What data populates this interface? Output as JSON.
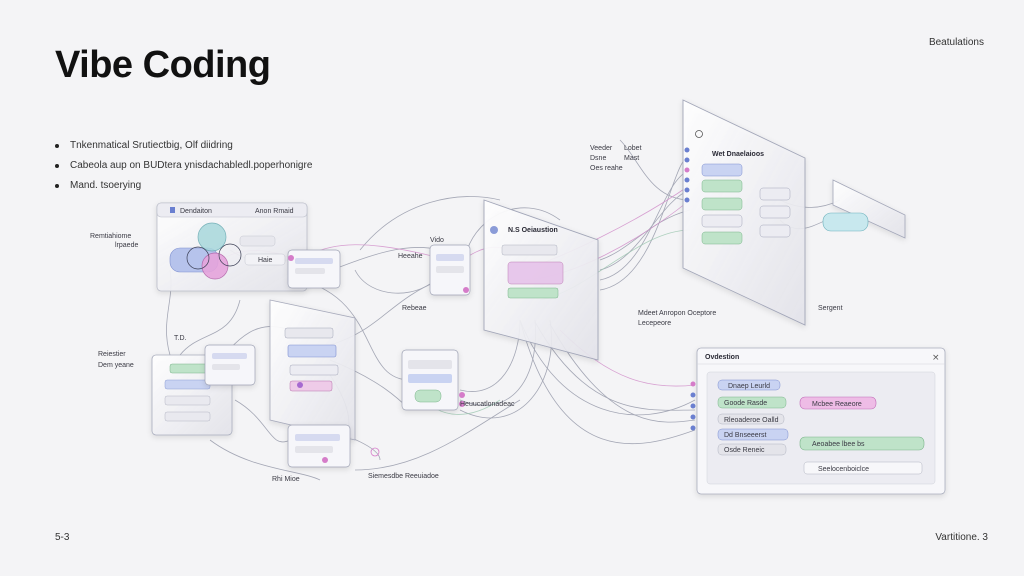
{
  "header": {
    "title": "Vibe Coding",
    "brand": "Beatulations"
  },
  "bullets": [
    "Tnkenmatical Srutiectbig, Olf diidring",
    "Cabeola aup on BUDtera ynisdachabledl.poperhonigre",
    "Mand. tsoerying"
  ],
  "footer": {
    "page": "5-3",
    "right": "Vartitione. 3"
  },
  "diagram": {
    "labels": {
      "left_top_a": "Remtiahiome",
      "left_top_b": "lrpaede",
      "left_mid_a": "Reiestier",
      "left_mid_b": "Dem yeane",
      "left_mid_c": "T.D.",
      "bottom_a": "Rhi Mioe",
      "bottom_b": "Siemesdbe Reeuiadoe",
      "center_a": "Vido",
      "center_b": "Heeahe",
      "center_c": "Rebeae",
      "center_d": "Heuucatlonadeac",
      "top_right_a": "Veeder",
      "top_right_b": "Dsne",
      "top_right_c": "Oes reahe",
      "top_right_d": "Lobet",
      "top_right_e": "Mast",
      "right_a": "Mdeet Anropon Oceptore",
      "right_b": "Lecepeore",
      "right_c": "Sergent"
    },
    "panels": {
      "lt_header": "Dendaiton",
      "lt_action": "Anon Rmaid",
      "lt_node": "Haie",
      "mid_title": "N.S Oeiaustion",
      "fr_header": "Wet Dnaelaioos",
      "rb_header": "Ovdestion",
      "rb_row1": "Dnaep Leurld",
      "rb_row2": "Goode Rasde",
      "rb_row3": "Rleoaderoe Oalld",
      "rb_row4": "Dd Bnseeerst",
      "rb_row5": "Osde Reneic",
      "rb_pink": "Mcbee Reaeore",
      "rb_green": "Aeoabee lbee bs",
      "rb_input": "Seelocenboiclce"
    }
  }
}
